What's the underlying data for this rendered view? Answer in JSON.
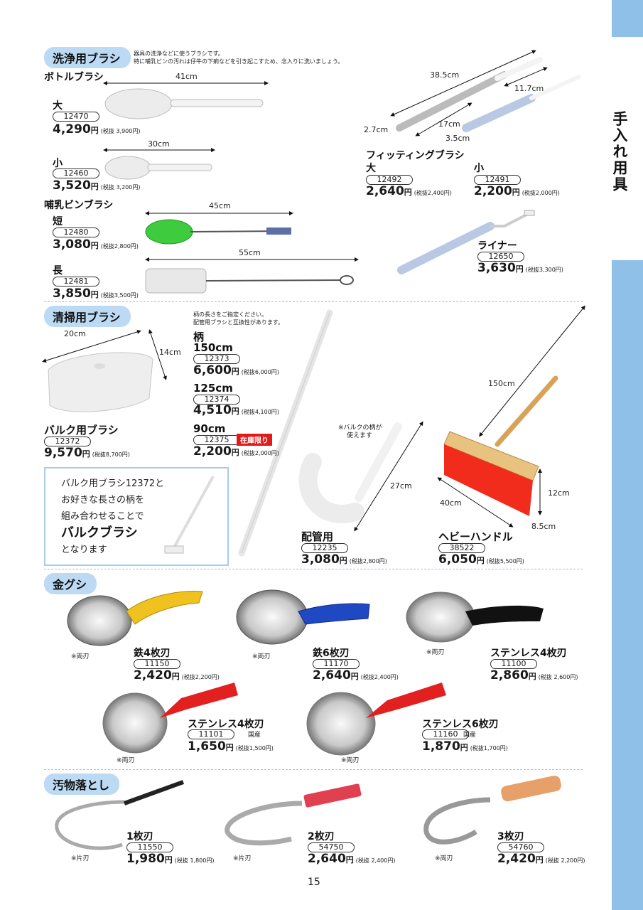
{
  "side": {
    "title": "手入れ用具"
  },
  "page_number": "15",
  "wash": {
    "heading": "洗浄用ブラシ",
    "note1": "器具の洗浄などに使うブラシです。",
    "note2": "特に哺乳ビンの汚れは仔牛の下痢などを引き起こすため、念入りに洗いましょう。",
    "bottle": {
      "title": "ボトルブラシ",
      "large": {
        "label": "大",
        "code": "12470",
        "price": "4,290",
        "yen": "円",
        "tax": "(税抜 3,900円)",
        "dim": "41cm"
      },
      "small": {
        "label": "小",
        "code": "12460",
        "price": "3,520",
        "yen": "円",
        "tax": "(税抜 3,200円)",
        "dim": "30cm"
      }
    },
    "nursing": {
      "title": "哺乳ビンブラシ",
      "short": {
        "label": "短",
        "code": "12480",
        "price": "3,080",
        "yen": "円",
        "tax": "(税抜2,800円)",
        "dim": "45cm"
      },
      "long": {
        "label": "長",
        "code": "12481",
        "price": "3,850",
        "yen": "円",
        "tax": "(税抜3,500円)",
        "dim": "55cm"
      }
    },
    "fitting": {
      "title": "フィッティングブラシ",
      "dims": {
        "a": "38.5cm",
        "b": "11.7cm",
        "c": "2.7cm",
        "d": "17cm",
        "e": "3.5cm"
      },
      "large": {
        "label": "大",
        "code": "12492",
        "price": "2,640",
        "yen": "円",
        "tax": "(税抜2,400円)"
      },
      "small": {
        "label": "小",
        "code": "12491",
        "price": "2,200",
        "yen": "円",
        "tax": "(税抜2,000円)"
      }
    },
    "liner": {
      "label": "ライナー",
      "code": "12650",
      "price": "3,630",
      "yen": "円",
      "tax": "(税抜3,300円)"
    }
  },
  "clean": {
    "heading": "清掃用ブラシ",
    "bulk": {
      "label": "バルク用ブラシ",
      "code": "12372",
      "price": "9,570",
      "yen": "円",
      "tax": "(税抜8,700円)",
      "dim_w": "20cm",
      "dim_h": "14cm"
    },
    "handle": {
      "note1": "柄の長さをご指定ください。",
      "note2": "配管用ブラシと互換性があります。",
      "title": "柄",
      "items": [
        {
          "label": "150cm",
          "code": "12373",
          "price": "6,600",
          "yen": "円",
          "tax": "(税抜6,000円)"
        },
        {
          "label": "125cm",
          "code": "12374",
          "price": "4,510",
          "yen": "円",
          "tax": "(税抜4,100円)"
        },
        {
          "label": "90cm",
          "code": "12375",
          "price": "2,200",
          "yen": "円",
          "tax": "(税抜2,000円)",
          "badge": "在庫限り"
        }
      ]
    },
    "promo": {
      "line1": "バルク用ブラシ12372と",
      "line2": "お好きな長さの柄を",
      "line3": "組み合わせることで",
      "strong": "バルクブラシ",
      "line5": "となります"
    },
    "pipe": {
      "note1": "※バルクの柄が",
      "note2": "使えます",
      "dim": "27cm",
      "label": "配管用",
      "code": "12235",
      "price": "3,080",
      "yen": "円",
      "tax": "(税抜2,800円)"
    },
    "heavy": {
      "dim_len": "150cm",
      "dim_w": "40cm",
      "dim_h": "12cm",
      "dim_d": "8.5cm",
      "label": "ヘビーハンドル",
      "code": "38522",
      "price": "6,050",
      "yen": "円",
      "tax": "(税抜5,500円)"
    }
  },
  "curry": {
    "heading": "金グシ",
    "items": [
      {
        "label": "鉄4枚刃",
        "code": "11150",
        "price": "2,420",
        "yen": "円",
        "tax": "(税抜2,200円)",
        "note": "※両刃",
        "origin": ""
      },
      {
        "label": "鉄6枚刃",
        "code": "11170",
        "price": "2,640",
        "yen": "円",
        "tax": "(税抜2,400円)",
        "note": "※両刃",
        "origin": ""
      },
      {
        "label": "ステンレス4枚刃",
        "code": "11100",
        "price": "2,860",
        "yen": "円",
        "tax": "(税抜 2,600円)",
        "note": "※両刃",
        "origin": ""
      },
      {
        "label": "ステンレス4枚刃",
        "code": "11101",
        "price": "1,650",
        "yen": "円",
        "tax": "(税抜1,500円)",
        "note": "※両刃",
        "origin": "国産"
      },
      {
        "label": "ステンレス6枚刃",
        "code": "11160",
        "price": "1,870",
        "yen": "円",
        "tax": "(税抜1,700円)",
        "note": "※両刃",
        "origin": "国産"
      }
    ]
  },
  "scraper": {
    "heading": "汚物落とし",
    "items": [
      {
        "label": "1枚刃",
        "code": "11550",
        "price": "1,980",
        "yen": "円",
        "tax": "(税抜 1,800円)",
        "note": "※片刃"
      },
      {
        "label": "2枚刃",
        "code": "54750",
        "price": "2,640",
        "yen": "円",
        "tax": "(税抜 2,400円)",
        "note": "※片刃"
      },
      {
        "label": "3枚刃",
        "code": "54760",
        "price": "2,420",
        "yen": "円",
        "tax": "(税抜 2,200円)",
        "note": "※両刃"
      }
    ]
  },
  "colors": {
    "accent_tab": "#8fc0e8",
    "heading_pill": "#bcdaf3",
    "badge": "#e21a1a"
  }
}
